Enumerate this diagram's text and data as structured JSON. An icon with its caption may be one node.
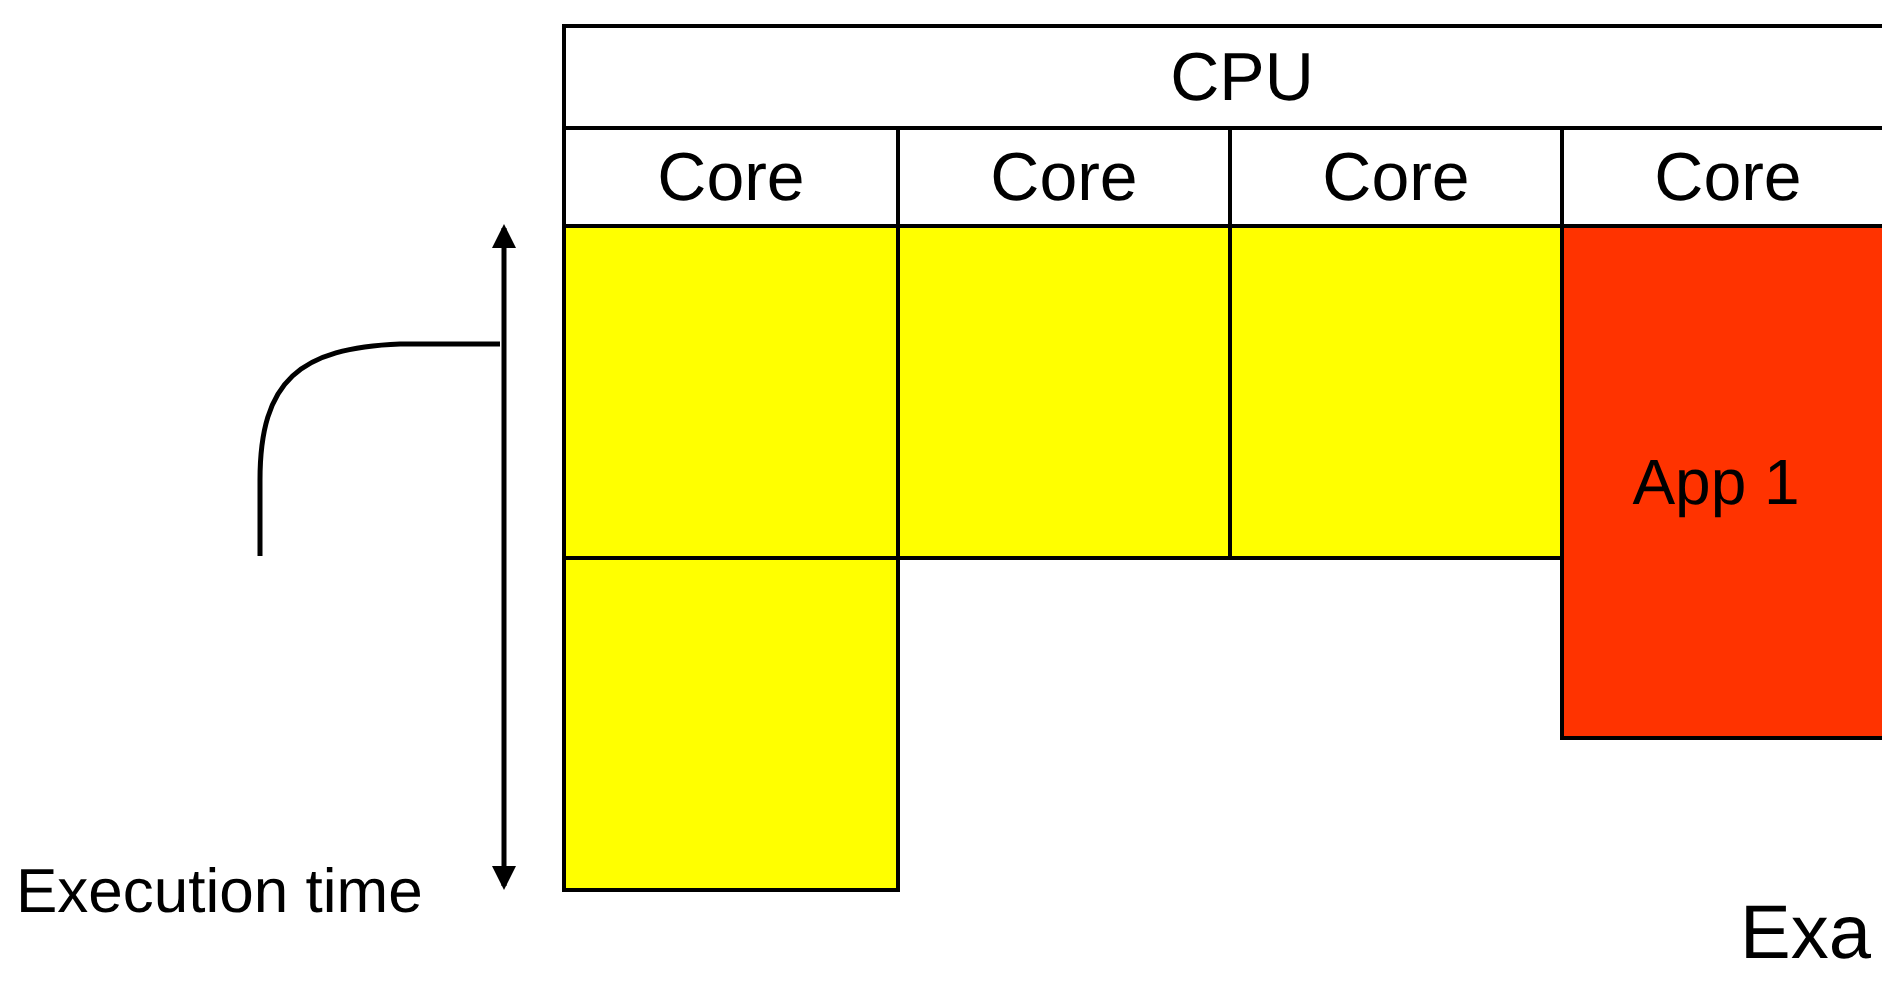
{
  "diagram": {
    "nodes": [
      {
        "text": [
          "CPU"
        ]
      },
      {
        "text": [
          "Core"
        ]
      },
      {
        "text": [
          "Core"
        ]
      },
      {
        "text": [
          "Core"
        ]
      },
      {
        "text": [
          "Core"
        ]
      },
      {
        "text": [],
        "shape": "box"
      },
      {
        "text": [],
        "shape": "box"
      },
      {
        "text": [],
        "shape": "box"
      },
      {
        "text": [],
        "shape": "box"
      },
      {
        "text": [
          "App 1"
        ]
      }
    ],
    "labels": [
      "Execution time",
      "Exa"
    ]
  }
}
